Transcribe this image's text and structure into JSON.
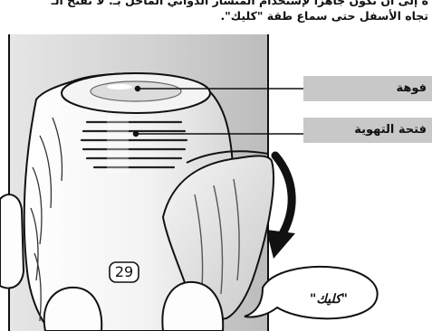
{
  "instructions": {
    "line1": "ة إلى أن تكون جاهزاً لإستخدام المنشار الدوائي الماخل بـ. لا تفتح الـ",
    "line2": "تجاه الأسفل حتى سماع طقة \"كليك\"."
  },
  "labels": {
    "mouthpiece": "فوهة",
    "vent": "فتحة التهوية"
  },
  "click_text": "\"كليك\"",
  "counter": "29"
}
